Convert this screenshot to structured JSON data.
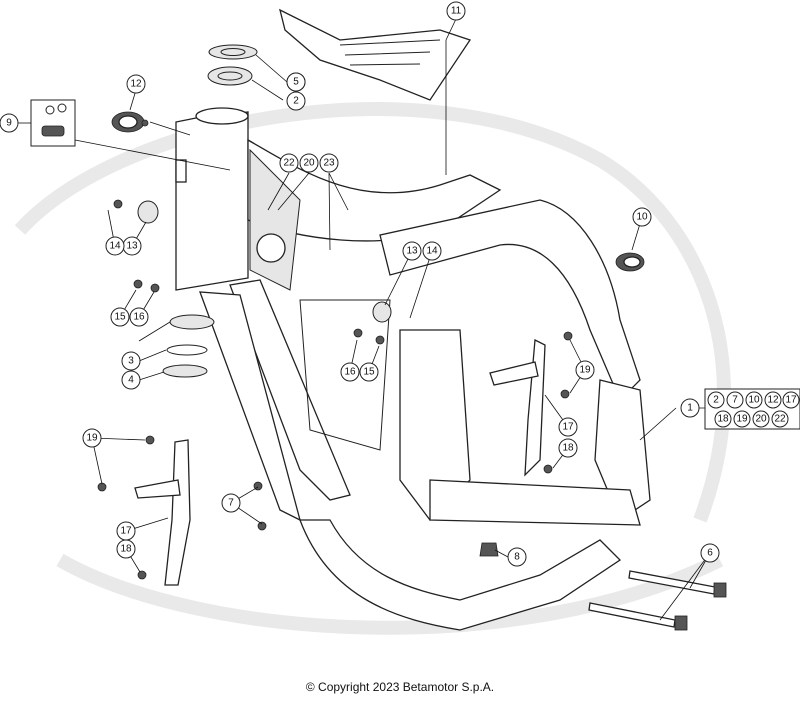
{
  "callouts": [
    {
      "id": "c1",
      "label": "1"
    },
    {
      "id": "c2a",
      "label": "2"
    },
    {
      "id": "c2b",
      "label": "2"
    },
    {
      "id": "c3",
      "label": "3"
    },
    {
      "id": "c4",
      "label": "4"
    },
    {
      "id": "c5",
      "label": "5"
    },
    {
      "id": "c6",
      "label": "6"
    },
    {
      "id": "c7",
      "label": "7"
    },
    {
      "id": "c8",
      "label": "8"
    },
    {
      "id": "c9",
      "label": "9"
    },
    {
      "id": "c10",
      "label": "10"
    },
    {
      "id": "c11",
      "label": "11"
    },
    {
      "id": "c12",
      "label": "12"
    },
    {
      "id": "c13a",
      "label": "13"
    },
    {
      "id": "c13b",
      "label": "13"
    },
    {
      "id": "c14a",
      "label": "14"
    },
    {
      "id": "c14b",
      "label": "14"
    },
    {
      "id": "c15a",
      "label": "15"
    },
    {
      "id": "c15b",
      "label": "15"
    },
    {
      "id": "c16a",
      "label": "16"
    },
    {
      "id": "c16b",
      "label": "16"
    },
    {
      "id": "c17a",
      "label": "17"
    },
    {
      "id": "c17b",
      "label": "17"
    },
    {
      "id": "c18a",
      "label": "18"
    },
    {
      "id": "c18b",
      "label": "18"
    },
    {
      "id": "c19a",
      "label": "19"
    },
    {
      "id": "c19b",
      "label": "19"
    },
    {
      "id": "c20",
      "label": "20"
    },
    {
      "id": "c22",
      "label": "22"
    },
    {
      "id": "c23",
      "label": "23"
    }
  ],
  "kit": [
    "2",
    "7",
    "10",
    "12",
    "17",
    "18",
    "19",
    "20",
    "22"
  ],
  "copyright": "© Copyright 2023 Betamotor S.p.A."
}
